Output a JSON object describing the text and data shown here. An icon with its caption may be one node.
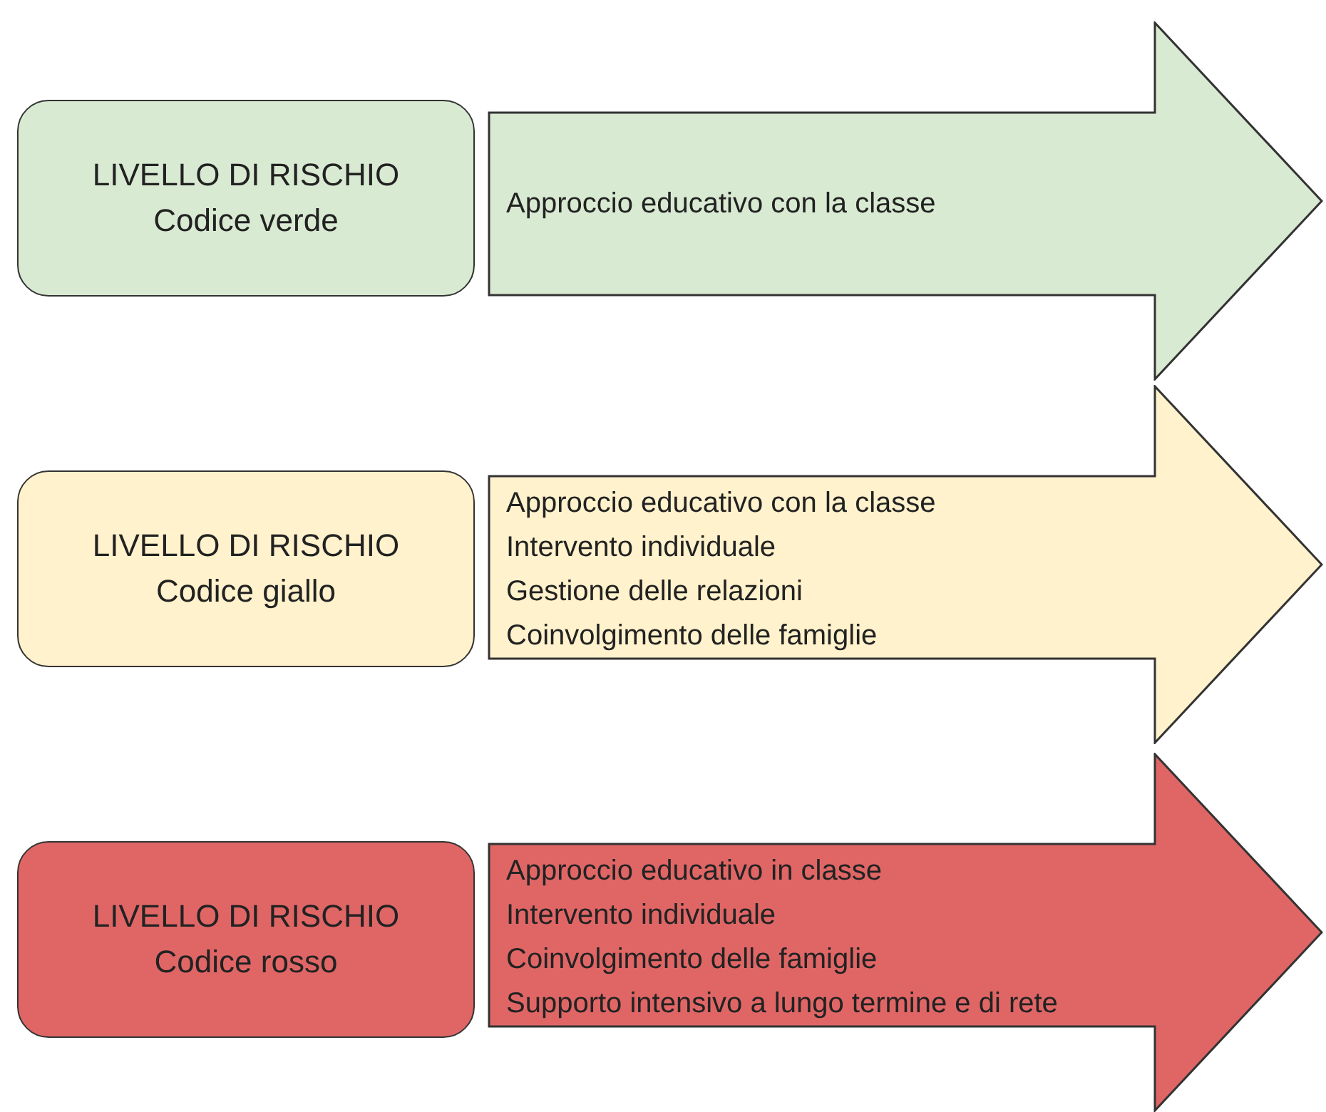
{
  "diagram": {
    "nodes": [
      {
        "text": [
          "LIVELLO DI RISCHIO",
          "Codice verde"
        ]
      },
      {
        "text": [
          "Approccio educativo con la classe"
        ]
      },
      {
        "text": [
          "LIVELLO DI RISCHIO",
          "Codice giallo"
        ]
      },
      {
        "text": [
          "Approccio educativo con la classe",
          "Intervento individuale",
          "Gestione delle relazioni",
          "Coinvolgimento delle famiglie"
        ]
      },
      {
        "text": [
          "LIVELLO DI RISCHIO",
          "Codice rosso"
        ]
      },
      {
        "text": [
          "Approccio educativo in classe",
          "Intervento individuale",
          "Coinvolgimento delle famiglie",
          "Supporto intensivo a lungo termine e di rete"
        ]
      }
    ]
  }
}
